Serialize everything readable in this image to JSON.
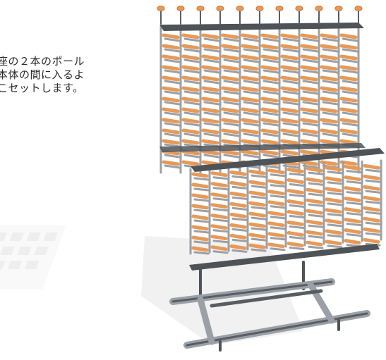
{
  "instruction": {
    "lines": [
      "座の２本のポール",
      "本体の間に入るよ",
      "こセットします。"
    ]
  },
  "colors": {
    "wood": "#e79a58",
    "wood_dark": "#c9773a",
    "rail": "#9aa0a6",
    "rail_dark": "#585d63",
    "frame": "#4e5358",
    "shadow": "#e6e6e6"
  },
  "icons": {
    "illustration": "wine-rack-assembly-illustration"
  }
}
